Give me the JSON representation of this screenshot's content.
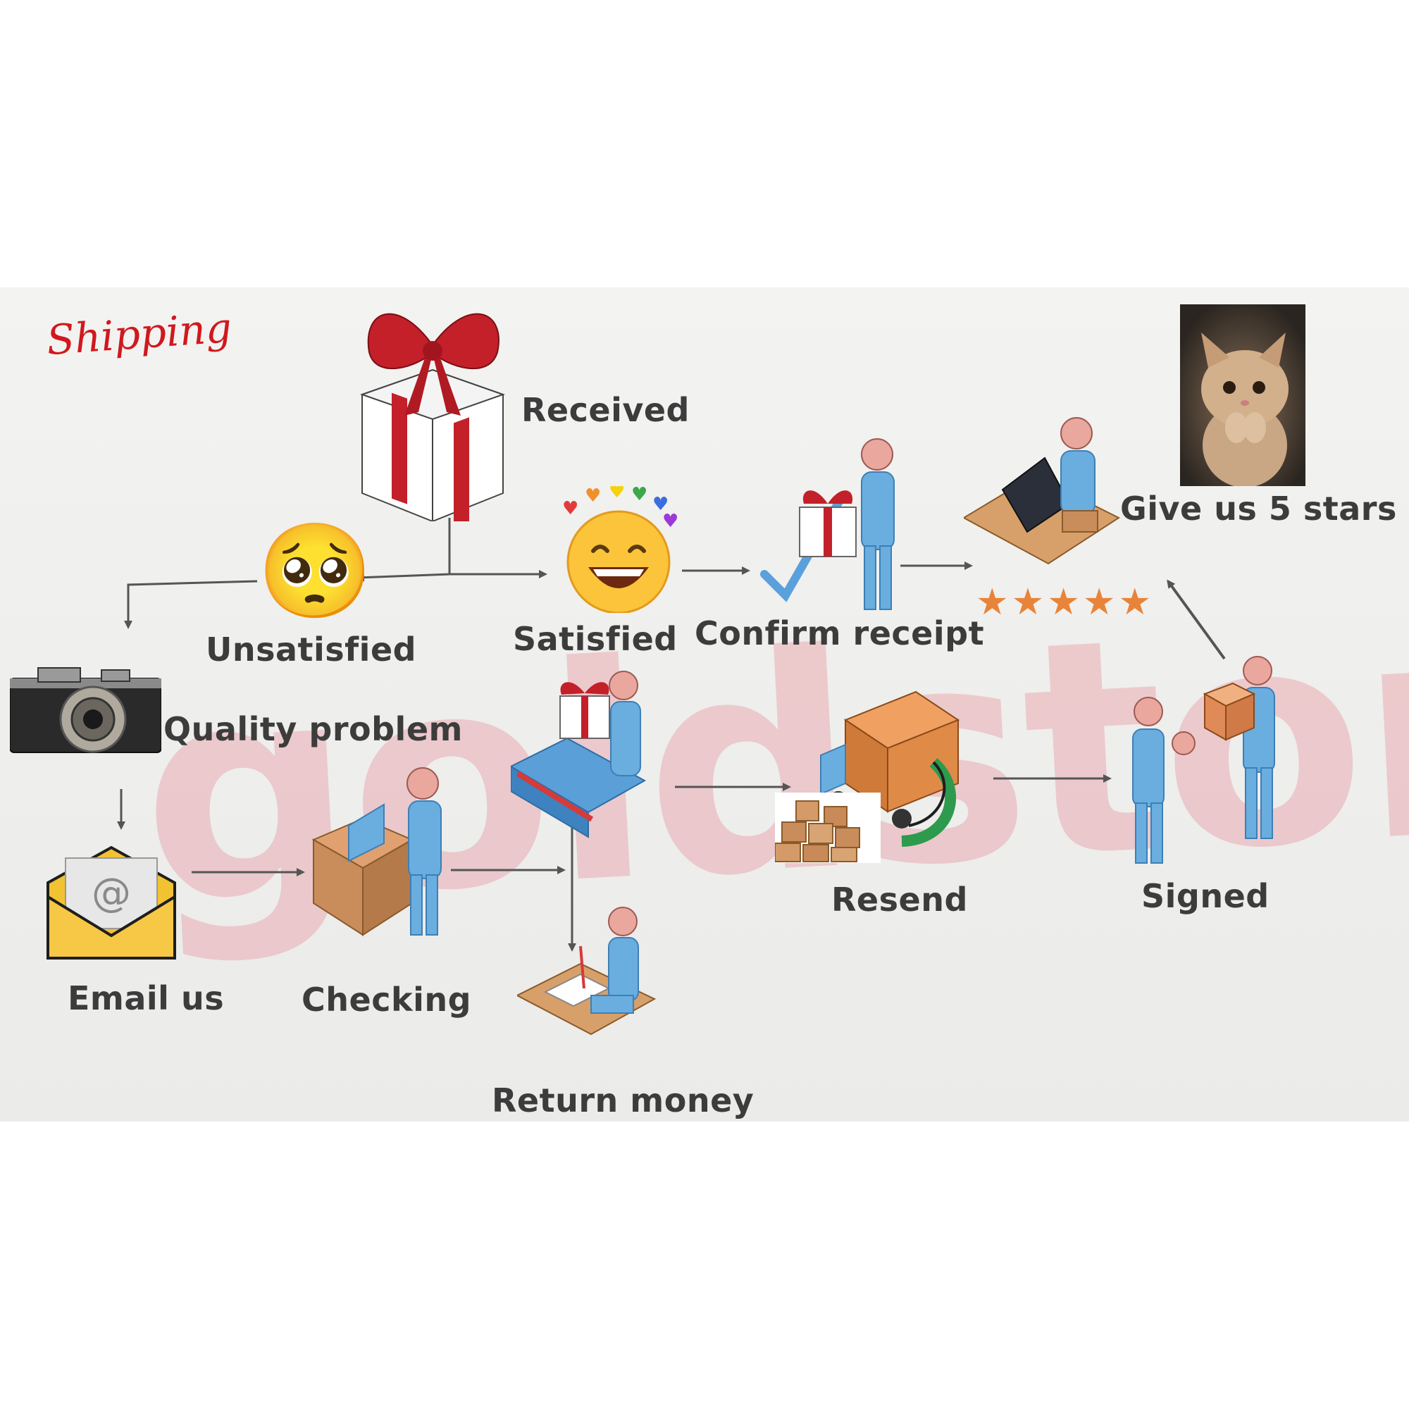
{
  "title": "Shipping",
  "watermark": "goldstone",
  "nodes": {
    "received": "Received",
    "unsatisfied": "Unsatisfied",
    "satisfied": "Satisfied",
    "confirm_receipt": "Confirm receipt",
    "give_stars": "Give us 5 stars",
    "quality_problem": "Quality problem",
    "email_us": "Email us",
    "checking": "Checking",
    "return_money": "Return money",
    "resend": "Resend",
    "signed": "Signed"
  },
  "rating_stars": "★★★★★",
  "email_glyph": "@",
  "icons": [
    "gift-box-icon",
    "pleading-face-icon",
    "smiling-face-hearts-icon",
    "person-with-gift-icon",
    "person-at-computer-icon",
    "kitten-photo",
    "camera-icon",
    "email-envelope-icon",
    "person-checking-box-icon",
    "person-with-packing-line-icon",
    "person-signing-icon",
    "delivery-truck-icon",
    "parcel-boxes-icon",
    "people-handover-icon"
  ],
  "colors": {
    "title": "#d0181e",
    "watermark": "#e896a0",
    "label": "#3c3c3c",
    "arrow": "#555555",
    "person": "#6aaee0",
    "box": "#c98d5c"
  }
}
